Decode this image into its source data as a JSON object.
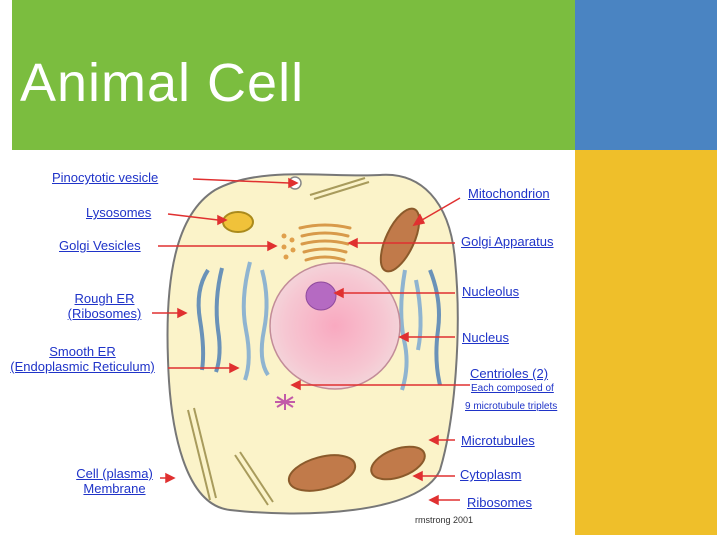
{
  "title": "Animal Cell",
  "labels": {
    "pinocytotic": "Pinocytotic vesicle",
    "lysosomes": "Lysosomes",
    "golgi_vesicles": "Golgi Vesicles",
    "rough_er_1": "Rough ER",
    "rough_er_2": "(Ribosomes)",
    "smooth_er_1": "Smooth ER",
    "smooth_er_2": "(Endoplasmic Reticulum)",
    "cell_membrane_1": "Cell (plasma)",
    "cell_membrane_2": "Membrane",
    "mitochondrion": "Mitochondrion",
    "golgi_apparatus": "Golgi Apparatus",
    "nucleolus": "Nucleolus",
    "nucleus": "Nucleus",
    "centrioles": "Centrioles (2)",
    "centrioles_note_1": "Each composed of",
    "centrioles_note_2": "9 microtubule triplets",
    "microtubules": "Microtubules",
    "cytoplasm": "Cytoplasm",
    "ribosomes": "Ribosomes"
  },
  "credit": "rmstrong 2001",
  "colors": {
    "green_band": "#7bbd3f",
    "blue_band": "#4a84c2",
    "yellow_band": "#efbf2a",
    "label_text": "#1f33c8",
    "arrow": "#e03030"
  }
}
